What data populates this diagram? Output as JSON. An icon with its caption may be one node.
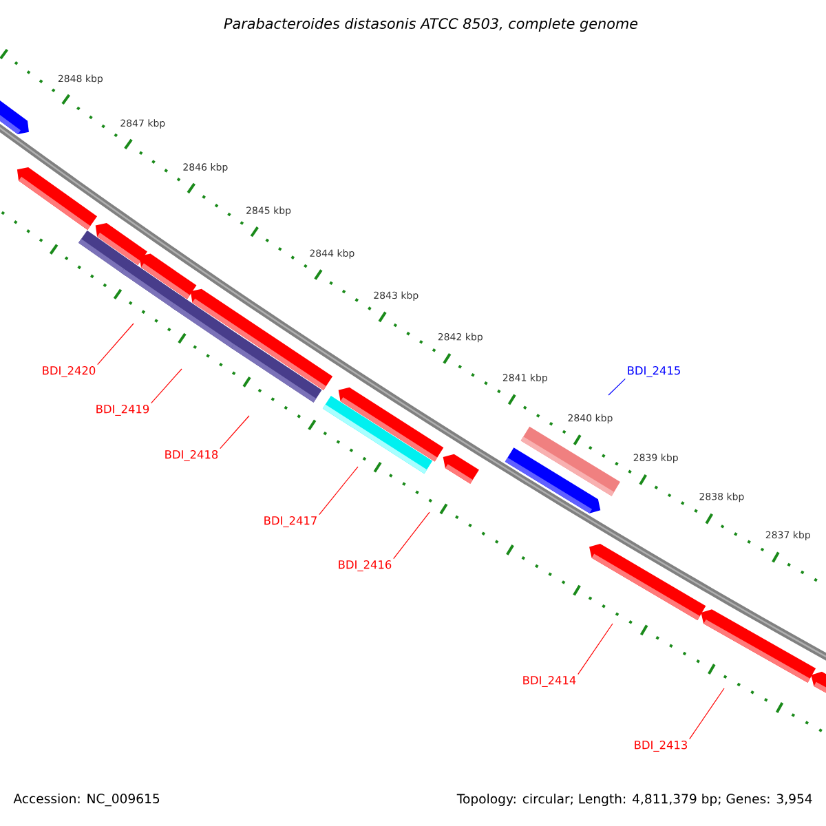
{
  "diagram": {
    "title": "Parabacteroides distasonis ATCC 8503, complete genome",
    "nodes": [
      {
        "text": [
          "BDI_2420"
        ]
      },
      {
        "text": [
          "BDI_2415"
        ]
      },
      {
        "text": [
          "BDI_2419"
        ]
      },
      {
        "text": [
          "BDI_2418"
        ]
      },
      {
        "text": [
          "BDI_2417"
        ]
      },
      {
        "text": [
          "BDI_2416"
        ]
      },
      {
        "text": [
          "BDI_2414"
        ]
      },
      {
        "text": [
          "BDI_2413"
        ]
      }
    ],
    "edges": [
      {
        "from": 0,
        "to": null,
        "arrow": "none"
      },
      {
        "from": 1,
        "to": null,
        "arrow": "none",
        "color": "#0000ff"
      },
      {
        "from": 2,
        "to": null,
        "arrow": "none"
      },
      {
        "from": 3,
        "to": null,
        "arrow": "none"
      },
      {
        "from": 4,
        "to": null,
        "arrow": "none"
      },
      {
        "from": 5,
        "to": null,
        "arrow": "none"
      },
      {
        "from": 6,
        "to": null,
        "arrow": "none"
      },
      {
        "from": 7,
        "to": null,
        "arrow": "none"
      }
    ],
    "labels": [
      "2848 kbp",
      "2847 kbp",
      "2846 kbp",
      "2845 kbp",
      "2844 kbp",
      "2843 kbp",
      "2842 kbp",
      "2841 kbp",
      "2840 kbp",
      "2839 kbp",
      "2838 kbp",
      "2837 kbp",
      "Accession: NC_009615",
      "Topology: circular; Length: 4,811,379 bp; Genes: 3,954"
    ]
  }
}
